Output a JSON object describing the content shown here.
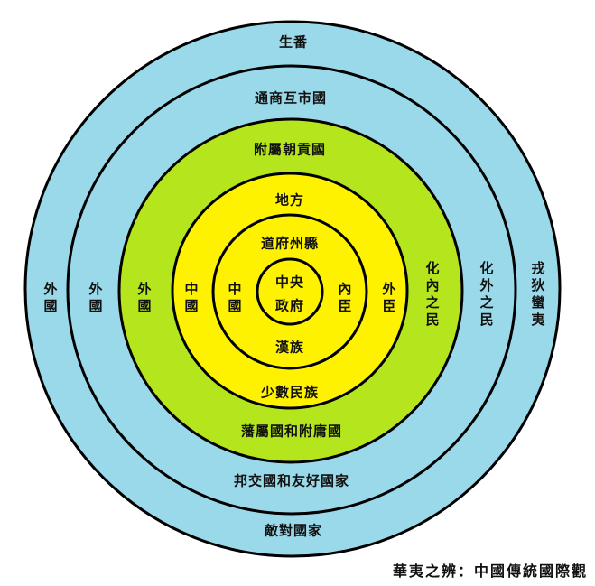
{
  "colors": {
    "outer_ring": "#9AD9E9",
    "tributary_ring": "#B5E61D",
    "inner_ring": "#FFF200",
    "stroke": "#000000"
  },
  "rings": [
    {
      "name": "ring-1",
      "radius": 298,
      "fill": "#9AD9E9"
    },
    {
      "name": "ring-2",
      "radius": 250,
      "fill": "#9AD9E9"
    },
    {
      "name": "ring-3",
      "radius": 191,
      "fill": "#B5E61D"
    },
    {
      "name": "ring-4",
      "radius": 131,
      "fill": "#FFF200"
    },
    {
      "name": "ring-5",
      "radius": 86,
      "fill": "#FFF200"
    },
    {
      "name": "ring-6",
      "radius": 36,
      "fill": "#FFF200"
    }
  ],
  "labels": {
    "top": {
      "ring1": "生番",
      "ring2": "通商互市國",
      "ring3": "附屬朝貢國",
      "ring4": "地方",
      "ring5": "道府州縣"
    },
    "bottom": {
      "ring5": "漢族",
      "ring4": "少數民族",
      "ring3": "藩屬國和附庸國",
      "ring2": "邦交國和友好國家",
      "ring1": "敵對國家"
    },
    "left": {
      "ring1": "外國",
      "ring2": "外國",
      "ring3": "外國",
      "ring4": "中國",
      "ring5": "中國"
    },
    "right": {
      "ring5": "內臣",
      "ring4": "外臣",
      "ring3": "化內之民",
      "ring2": "化外之民",
      "ring1": "戎狄蠻夷"
    },
    "center_line1": "中央",
    "center_line2": "政府"
  },
  "caption": "華夷之辨：中國傳統國際觀"
}
